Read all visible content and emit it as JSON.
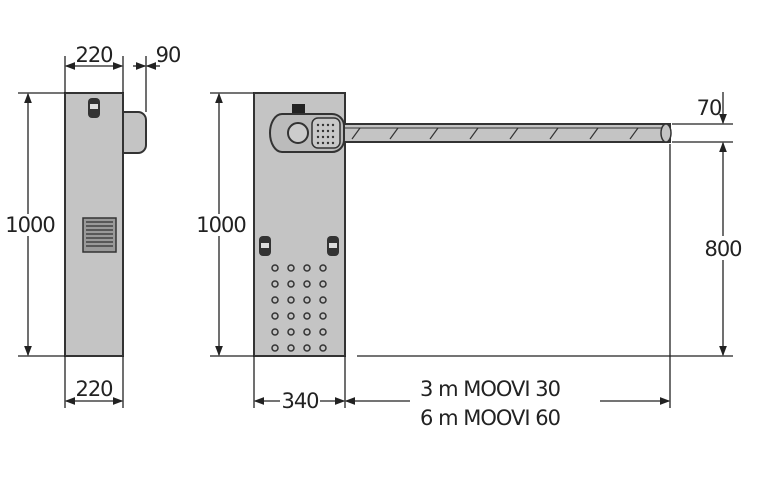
{
  "side_view": {
    "width_top": "220",
    "depth_knob": "90",
    "height": "1000",
    "width_bottom": "220"
  },
  "front_view": {
    "height": "1000",
    "boom_thickness": "70",
    "boom_height": "800",
    "cabinet_width": "340",
    "models": [
      "3 m MOOVI 30",
      "6 m MOOVI 60"
    ]
  },
  "colors": {
    "cabinet": "#c4c4c4",
    "lines": "#222222"
  }
}
